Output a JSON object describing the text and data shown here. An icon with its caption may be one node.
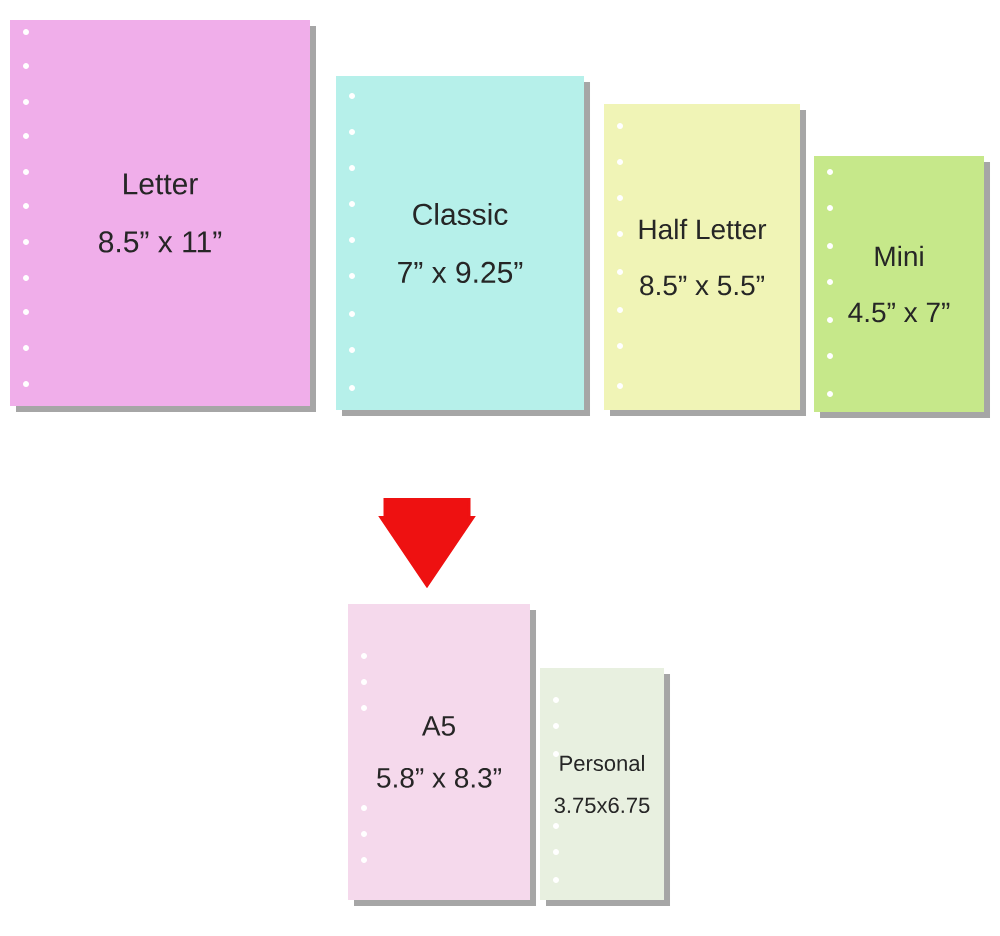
{
  "diagram": {
    "nodes": [
      {
        "text": [
          "Letter",
          "8.5” x 11”"
        ]
      },
      {
        "text": [
          "Classic",
          "7” x 9.25”"
        ]
      },
      {
        "text": [
          "Half Letter",
          "8.5” x 5.5”"
        ]
      },
      {
        "text": [
          "Mini",
          "4.5” x 7”"
        ]
      },
      {
        "text": [
          "A5",
          "5.8” x 8.3”"
        ]
      },
      {
        "text": [
          "Personal",
          "3.75x6.75"
        ]
      }
    ],
    "edges": [
      {
        "from": null,
        "to": 4,
        "arrow": "to",
        "style": "thick",
        "color": "#ee1111"
      }
    ]
  }
}
